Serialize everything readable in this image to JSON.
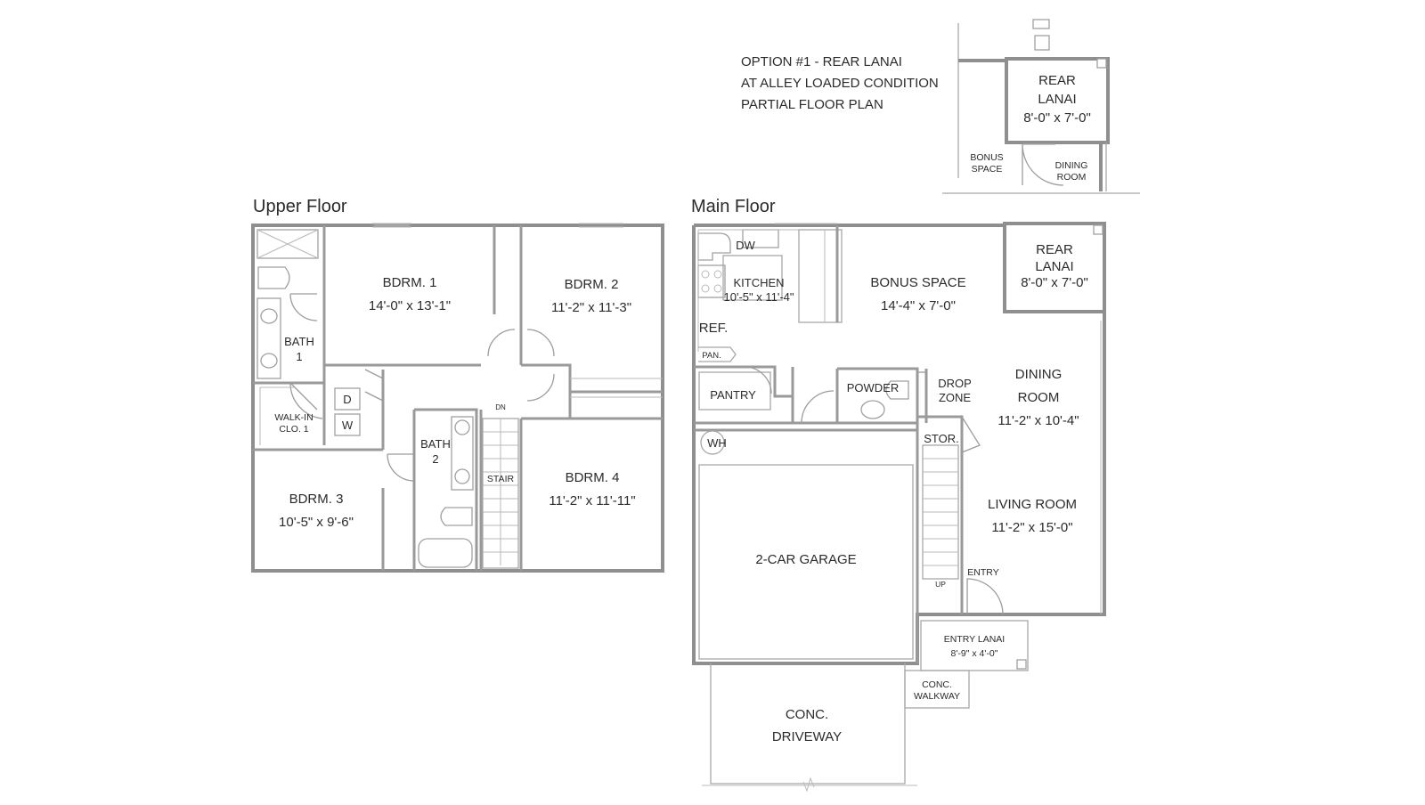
{
  "titles": {
    "upper_floor": "Upper Floor",
    "main_floor": "Main Floor"
  },
  "option_note": {
    "line1": "OPTION #1 - REAR LANAI",
    "line2": "AT ALLEY LOADED CONDITION",
    "line3": "PARTIAL FLOOR PLAN"
  },
  "option_plan": {
    "rear_lanai": {
      "name1": "REAR",
      "name2": "LANAI",
      "size": "8'-0\" x 7'-0\""
    },
    "bonus_space": {
      "name1": "BONUS",
      "name2": "SPACE"
    },
    "dining_room": {
      "name1": "DINING",
      "name2": "ROOM"
    }
  },
  "upper_floor": {
    "bdrm1": {
      "name": "BDRM. 1",
      "size": "14'-0\" x 13'-1\""
    },
    "bdrm2": {
      "name": "BDRM. 2",
      "size": "11'-2\" x 11'-3\""
    },
    "bdrm3": {
      "name": "BDRM. 3",
      "size": "10'-5\" x 9'-6\""
    },
    "bdrm4": {
      "name": "BDRM. 4",
      "size": "11'-2\" x 11'-11\""
    },
    "bath1": {
      "name": "BATH",
      "num": "1"
    },
    "bath2": {
      "name": "BATH",
      "num": "2"
    },
    "walkin": {
      "name1": "WALK-IN",
      "name2": "CLO. 1"
    },
    "dryer": "D",
    "washer": "W",
    "stair": "STAIR",
    "dn": "DN"
  },
  "main_floor": {
    "kitchen": {
      "name": "KITCHEN",
      "size": "10'-5\" x 11'-4\""
    },
    "bonus_space": {
      "name": "BONUS SPACE",
      "size": "14'-4\" x 7'-0\""
    },
    "rear_lanai": {
      "name1": "REAR",
      "name2": "LANAI",
      "size": "8'-0\" x 7'-0\""
    },
    "dining_room": {
      "name1": "DINING",
      "name2": "ROOM",
      "size": "11'-2\" x 10'-4\""
    },
    "living_room": {
      "name": "LIVING ROOM",
      "size": "11'-2\" x 15'-0\""
    },
    "garage": {
      "name": "2-CAR GARAGE"
    },
    "entry_lanai": {
      "name": "ENTRY LANAI",
      "size": "8'-9\" x 4'-0\""
    },
    "conc_walkway": {
      "name1": "CONC.",
      "name2": "WALKWAY"
    },
    "conc_driveway": {
      "name1": "CONC.",
      "name2": "DRIVEWAY"
    },
    "dw": "DW",
    "ref": "REF.",
    "pan": "PAN.",
    "pantry": "PANTRY",
    "powder": "POWDER",
    "drop_zone": {
      "name1": "DROP",
      "name2": "ZONE"
    },
    "stor": "STOR.",
    "wh": "WH",
    "entry": "ENTRY",
    "up": "UP"
  }
}
